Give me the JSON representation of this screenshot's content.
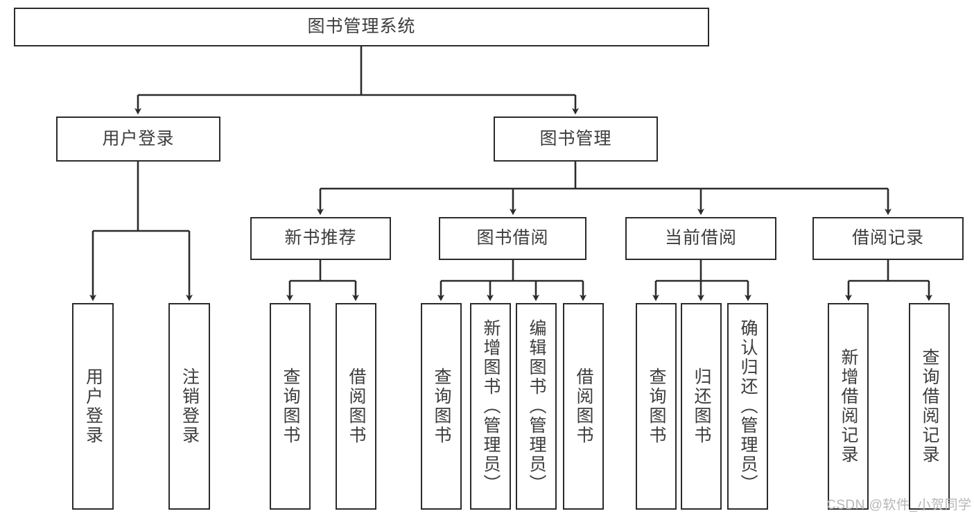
{
  "diagram": {
    "type": "hierarchy-tree",
    "title": "图书管理系统",
    "orientation": "top-down",
    "levels": 4,
    "nodes": {
      "root": {
        "label": "图书管理系统"
      },
      "l2": [
        {
          "id": "user-login",
          "label": "用户登录"
        },
        {
          "id": "book-manage",
          "label": "图书管理"
        }
      ],
      "l3": [
        {
          "id": "new-book-rec",
          "label": "新书推荐"
        },
        {
          "id": "book-borrow",
          "label": "图书借阅"
        },
        {
          "id": "current-borrow",
          "label": "当前借阅"
        },
        {
          "id": "borrow-record",
          "label": "借阅记录"
        }
      ],
      "leaves": {
        "user_login": [
          {
            "id": "leaf-user-login",
            "label": "用户登录"
          },
          {
            "id": "leaf-logout-login",
            "label": "注销登录"
          }
        ],
        "new_book_rec": [
          {
            "id": "leaf-query-book-1",
            "label": "查询图书"
          },
          {
            "id": "leaf-borrow-book-1",
            "label": "借阅图书"
          }
        ],
        "book_borrow": [
          {
            "id": "leaf-query-book-2",
            "label": "查询图书"
          },
          {
            "id": "leaf-add-book",
            "label": "新增图书（管理员）"
          },
          {
            "id": "leaf-edit-book",
            "label": "编辑图书（管理员）"
          },
          {
            "id": "leaf-borrow-book-2",
            "label": "借阅图书"
          }
        ],
        "current_borrow": [
          {
            "id": "leaf-query-book-3",
            "label": "查询图书"
          },
          {
            "id": "leaf-return-book",
            "label": "归还图书"
          },
          {
            "id": "leaf-confirm-return",
            "label": "确认归还（管理员）"
          }
        ],
        "borrow_record": [
          {
            "id": "leaf-add-record",
            "label": "新增借阅记录"
          },
          {
            "id": "leaf-query-record",
            "label": "查询借阅记录"
          }
        ]
      }
    },
    "colors": {
      "background": "#ffffff",
      "node_border": "#2b2b2b",
      "node_fill": "#ffffff",
      "text": "#3c3c3c",
      "edge": "#2b2b2b",
      "watermark": "#b6b6b6"
    }
  },
  "watermark": {
    "text": "CSDN @软件_小贺同学"
  }
}
